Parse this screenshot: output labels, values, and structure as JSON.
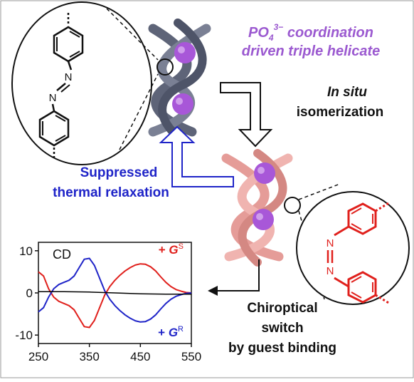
{
  "labels": {
    "title_line1_prefix": "PO",
    "title_line1_sub": "4",
    "title_line1_sup": "3−",
    "title_line1_suffix": " coordination",
    "title_line2": "driven triple helicate",
    "in_situ": "In situ",
    "isomerization": "isomerization",
    "suppressed": "Suppressed",
    "thermal_relaxation": "thermal relaxation",
    "chiroptical": "Chiroptical",
    "switch": "switch",
    "by_guest_binding": "by guest binding",
    "azo_n1": "N",
    "azo_n2": "N",
    "azo_red_n1": "N",
    "azo_red_n2": "N"
  },
  "colors": {
    "title_purple": "#9B59D0",
    "helix_gray": "#5E6478",
    "helix_pink": "#E59C98",
    "sphere_purple": "#A857D8",
    "blue_text": "#1F24C8",
    "red": "#E0201C",
    "arrow_outline": "#1F24C8"
  },
  "chart_data": {
    "type": "line",
    "title": "CD",
    "xlabel": "",
    "ylabel": "",
    "xlim": [
      250,
      550
    ],
    "ylim": [
      -12,
      12
    ],
    "x_ticks": [
      "250",
      "350",
      "450",
      "550"
    ],
    "y_ticks": [
      "10",
      "0",
      "-10"
    ],
    "legend": [
      {
        "prefix": "+ ",
        "italic": "G",
        "sup": "S",
        "color": "#E0201C"
      },
      {
        "prefix": "+ ",
        "italic": "G",
        "sup": "R",
        "color": "#1F24C8"
      }
    ],
    "series": [
      {
        "name": "+ GS",
        "color": "#E0201C",
        "x": [
          250,
          260,
          270,
          280,
          290,
          300,
          310,
          320,
          330,
          340,
          350,
          360,
          370,
          380,
          390,
          400,
          410,
          420,
          430,
          440,
          450,
          460,
          470,
          480,
          490,
          500,
          510,
          520,
          530,
          540,
          550
        ],
        "y": [
          5,
          4,
          1,
          -1,
          -2,
          -2.5,
          -3,
          -4,
          -6,
          -8,
          -8.2,
          -6.5,
          -3.5,
          -0.5,
          1.5,
          3,
          4.2,
          5.2,
          6,
          6.6,
          6.9,
          6.8,
          6.2,
          5.2,
          3.8,
          2.5,
          1.5,
          0.8,
          0.4,
          0.1,
          0
        ]
      },
      {
        "name": "+ GR",
        "color": "#1F24C8",
        "x": [
          250,
          260,
          270,
          280,
          290,
          300,
          310,
          320,
          330,
          340,
          350,
          360,
          370,
          380,
          390,
          400,
          410,
          420,
          430,
          440,
          450,
          460,
          470,
          480,
          490,
          500,
          510,
          520,
          530,
          540,
          550
        ],
        "y": [
          -4.5,
          -3.5,
          -1,
          1,
          2,
          2.5,
          3,
          4,
          6,
          8,
          8.2,
          6.5,
          3.5,
          0.5,
          -1.5,
          -3,
          -4.2,
          -5.2,
          -6,
          -6.6,
          -6.9,
          -6.8,
          -6.2,
          -5.2,
          -3.8,
          -2.5,
          -1.5,
          -0.8,
          -0.4,
          -0.1,
          0
        ]
      },
      {
        "name": "",
        "color": "#000000",
        "x": [
          250,
          300,
          350,
          400,
          450,
          500,
          550
        ],
        "y": [
          0.3,
          0.3,
          0.2,
          0,
          -0.2,
          -0.3,
          -0.3
        ]
      }
    ]
  }
}
